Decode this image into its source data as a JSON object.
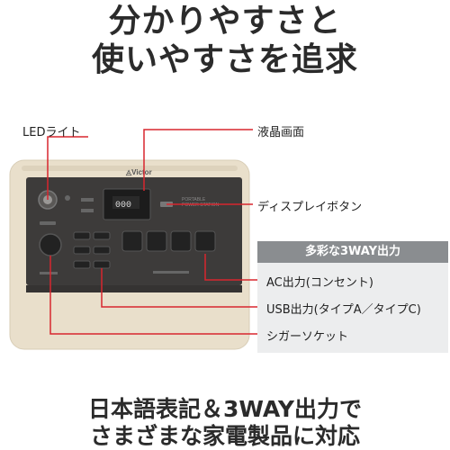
{
  "headline": {
    "line1": "分かりやすさと",
    "line2": "使いやすさを追求"
  },
  "footer": {
    "line1": "日本語表記＆3WAY出力で",
    "line2": "さまざまな家電製品に対応"
  },
  "callouts": {
    "led_light": "LEDライト",
    "lcd_screen": "液晶画面",
    "display_button": "ディスプレイボタン"
  },
  "panel": {
    "title": "多彩な3WAY出力",
    "ac": "AC出力(コンセント)",
    "usb": "USB出力(タイプA／タイプC)",
    "cigar": "シガーソケット"
  },
  "device": {
    "brand": "Victor",
    "model_text": "PORTABLE POWER STATION"
  },
  "colors": {
    "callout_line": "#d8262e",
    "device_shell": "#e9dfcb",
    "device_face": "#3d3b3a",
    "panel_head": "#8a8d90",
    "panel_body": "#ecedee"
  }
}
